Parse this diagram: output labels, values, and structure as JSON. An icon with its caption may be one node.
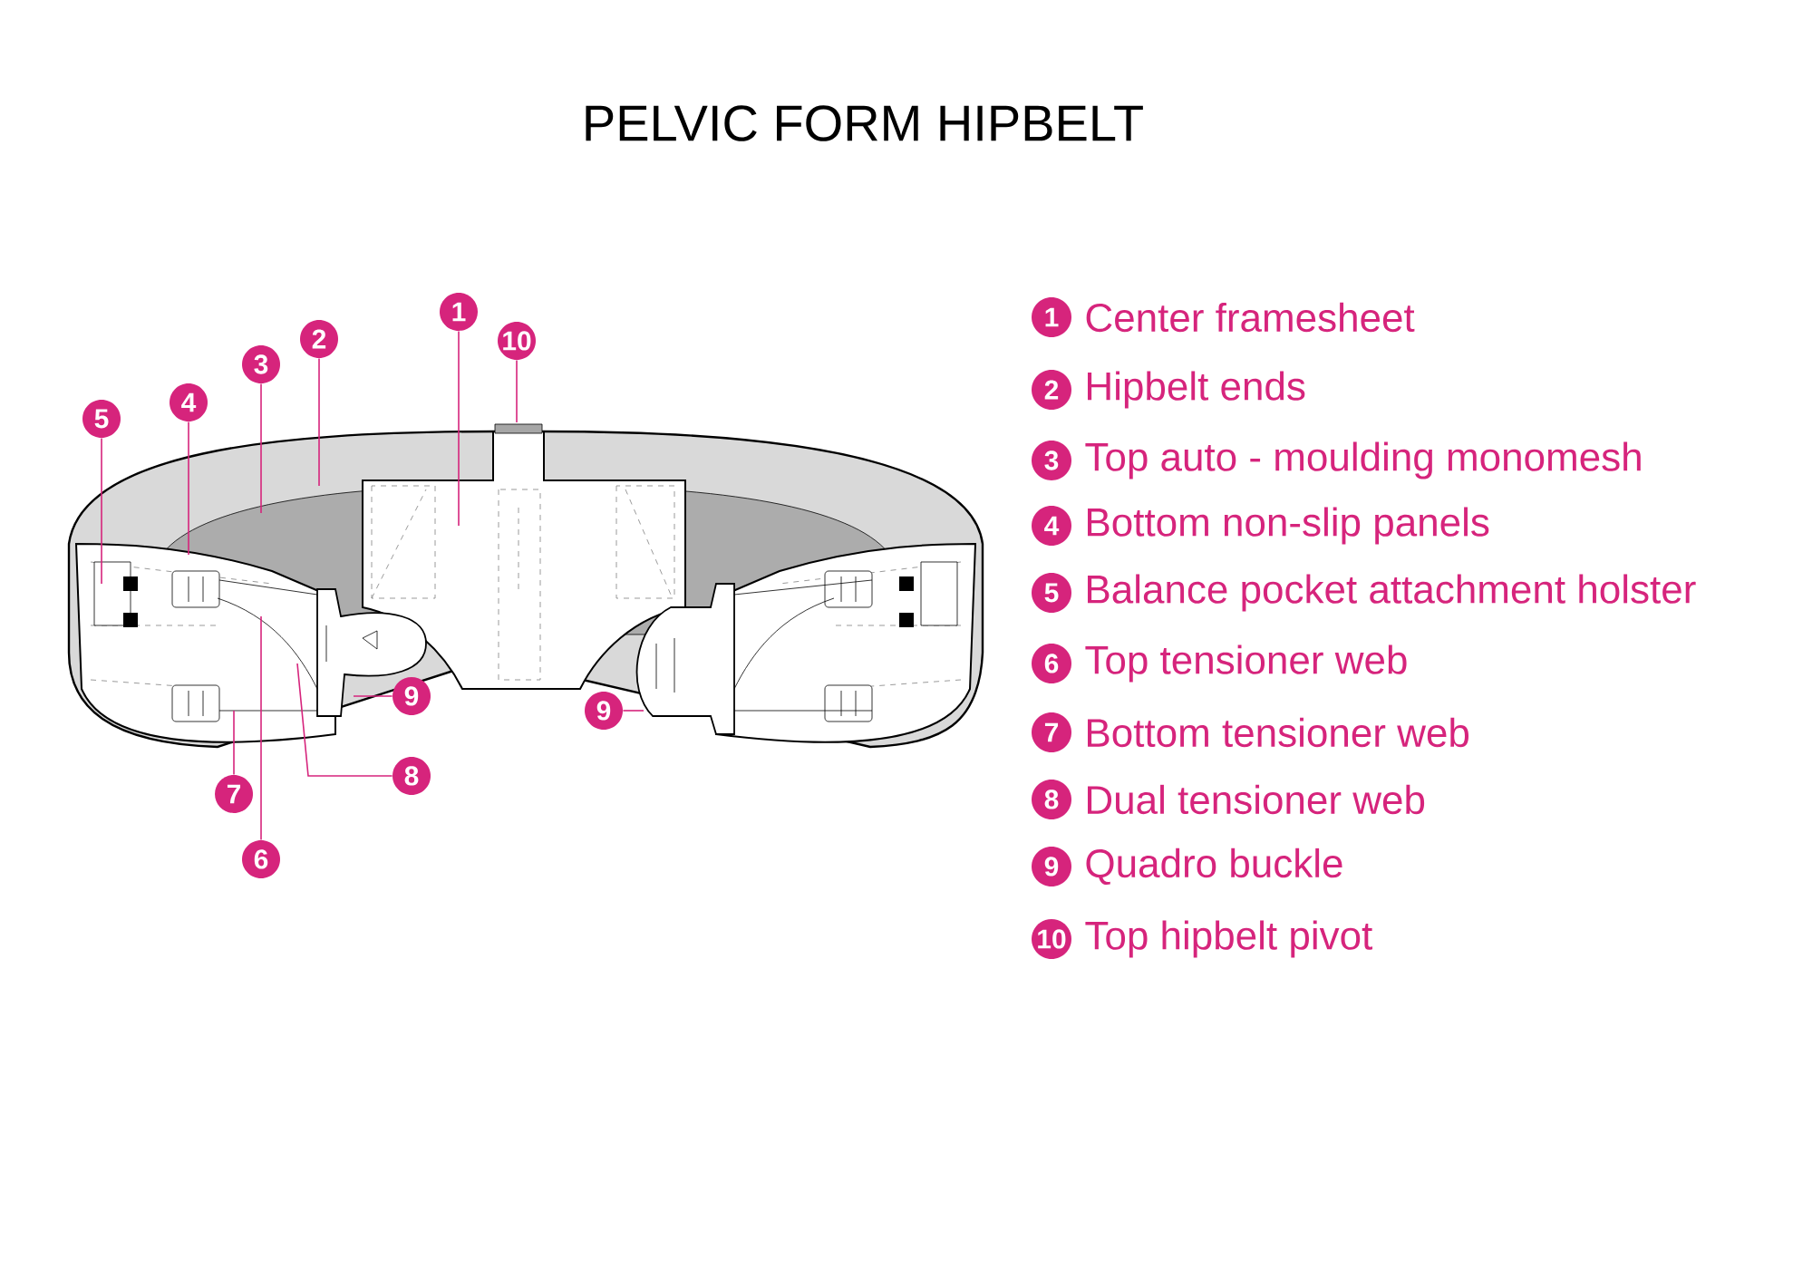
{
  "diagram": {
    "title": "PELVIC FORM HIPBELT",
    "nodes": [
      {
        "text": [
          "5"
        ]
      },
      {
        "text": [
          "4"
        ]
      },
      {
        "text": [
          "3"
        ]
      },
      {
        "text": [
          "2"
        ]
      },
      {
        "text": [
          "1"
        ]
      },
      {
        "text": [
          "10"
        ]
      },
      {
        "text": [
          "9"
        ]
      },
      {
        "text": [
          "9"
        ]
      },
      {
        "text": [
          "8"
        ]
      },
      {
        "text": [
          "7"
        ]
      },
      {
        "text": [
          "6"
        ]
      },
      {
        "text": [],
        "shape": "picture"
      }
    ],
    "edges": [
      {
        "from": 0,
        "to": 11,
        "arrow": "none"
      },
      {
        "from": 1,
        "to": 11,
        "arrow": "none"
      },
      {
        "from": 2,
        "to": 11,
        "arrow": "none"
      },
      {
        "from": 3,
        "to": 11,
        "arrow": "none"
      },
      {
        "from": 4,
        "to": 11,
        "arrow": "none"
      },
      {
        "from": 5,
        "to": 11,
        "arrow": "none"
      },
      {
        "from": 6,
        "to": 11,
        "arrow": "none"
      },
      {
        "from": 7,
        "to": 11,
        "arrow": "none"
      },
      {
        "from": 8,
        "to": 11,
        "arrow": "none"
      },
      {
        "from": 9,
        "to": 11,
        "arrow": "none"
      },
      {
        "from": 10,
        "to": 11,
        "arrow": "none"
      }
    ],
    "labels": [
      "1",
      "Center framesheet",
      "2",
      "Hipbelt ends",
      "3",
      "Top auto - moulding monomesh",
      "4",
      "Bottom non-slip panels",
      "5",
      "Balance pocket attachment holster",
      "6",
      "Top tensioner web",
      "7",
      "Bottom tensioner web",
      "8",
      "Dual tensioner web",
      "9",
      "Quadro buckle",
      "10",
      "Top hipbelt pivot"
    ]
  }
}
